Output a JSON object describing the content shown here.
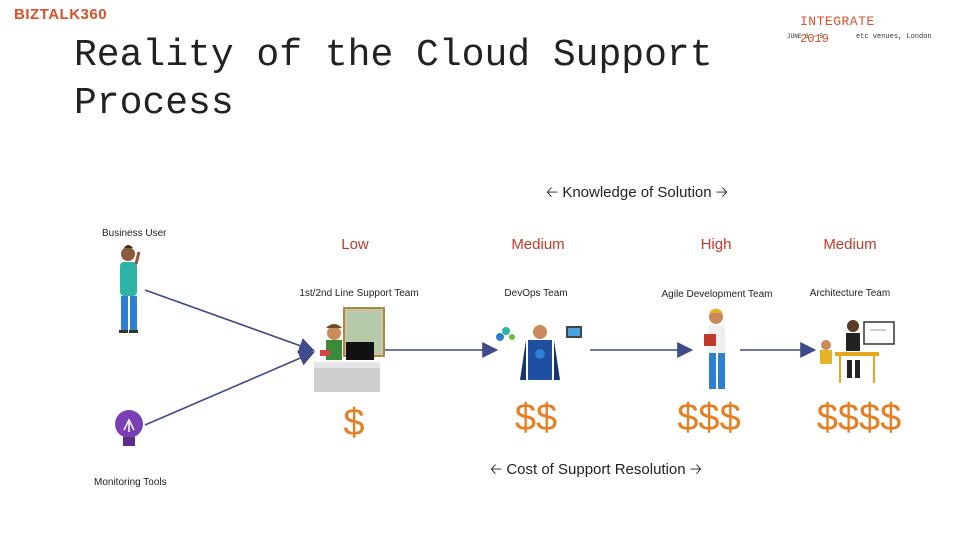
{
  "logo": {
    "text": "BIZTALK",
    "num": "360"
  },
  "event": {
    "name": "INTEGRATE",
    "year": "2019",
    "date": "JUNE 3 - 5",
    "venue": "etc venues, London"
  },
  "title": {
    "line1": "Reality of the Cloud Support",
    "line2": "Process"
  },
  "knowledge_axis": {
    "label": "Knowledge of Solution"
  },
  "cost_axis": {
    "label": "Cost of Support Resolution"
  },
  "actors": {
    "business_user": "Business User",
    "monitoring_tools": "Monitoring Tools"
  },
  "stages": [
    {
      "level": "Low",
      "team": "1st/2nd Line Support Team",
      "cost": "$"
    },
    {
      "level": "Medium",
      "team": "DevOps Team",
      "cost": "$$"
    },
    {
      "level": "High",
      "team": "Agile Development Team",
      "cost": "$$$"
    },
    {
      "level": "Medium",
      "team": "Architecture Team",
      "cost": "$$$$"
    }
  ],
  "colors": {
    "accent": "#d9502b",
    "cost": "#e67e22",
    "level": "#c0392b",
    "connector": "#3f4a8a"
  }
}
